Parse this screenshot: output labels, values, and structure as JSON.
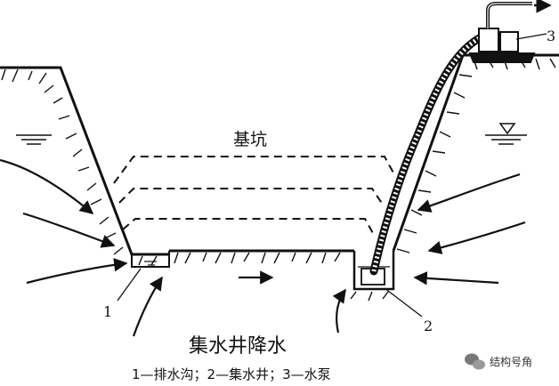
{
  "diagram": {
    "pit_label": "基坑",
    "callout_1": "1",
    "callout_2": "2",
    "callout_3": "3",
    "title": "集水井降水",
    "caption": "1—排水沟；2—集水井；3—水泵"
  },
  "watermark": {
    "text": "结构号角",
    "icon": "wechat-icon"
  },
  "colors": {
    "ink": "#111111",
    "background": "#ffffff"
  }
}
